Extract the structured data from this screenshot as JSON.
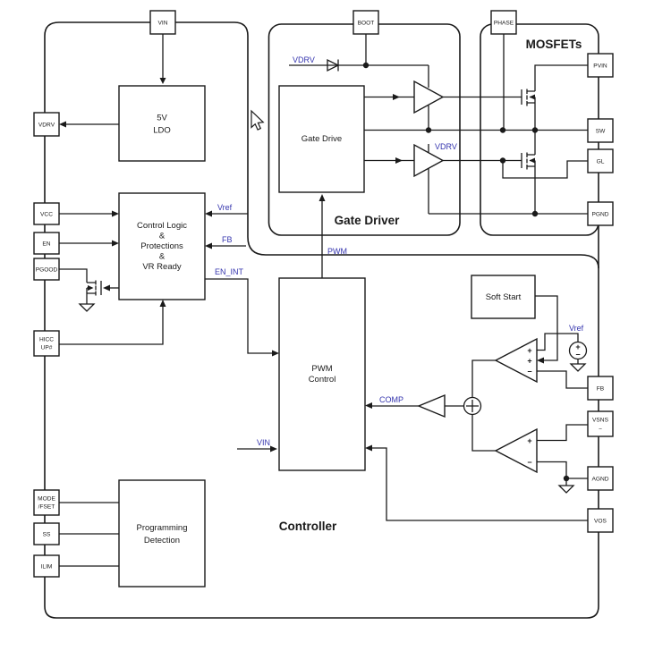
{
  "colors": {
    "line": "#1a1a1a",
    "signal_blue": "#3535ae",
    "background": "#ffffff"
  },
  "sections": {
    "gate_driver": {
      "label": "Gate Driver"
    },
    "mosfets": {
      "label": "MOSFETs"
    },
    "controller": {
      "label": "Controller"
    }
  },
  "pins": {
    "top": [
      {
        "id": "vin",
        "label": "VIN"
      },
      {
        "id": "boot",
        "label": "BOOT"
      },
      {
        "id": "phase",
        "label": "PHASE"
      }
    ],
    "left": [
      {
        "id": "vdrv",
        "label": "VDRV"
      },
      {
        "id": "vcc",
        "label": "VCC"
      },
      {
        "id": "en",
        "label": "EN"
      },
      {
        "id": "pgood",
        "label": "PGOOD"
      },
      {
        "id": "hicc",
        "label": "HICC",
        "label2": "UP#"
      },
      {
        "id": "mode",
        "label": "MODE",
        "label2": "/FSET"
      },
      {
        "id": "ss",
        "label": "SS"
      },
      {
        "id": "ilim",
        "label": "ILIM"
      }
    ],
    "right": [
      {
        "id": "pvin",
        "label": "PVIN"
      },
      {
        "id": "sw",
        "label": "SW"
      },
      {
        "id": "gl",
        "label": "GL"
      },
      {
        "id": "pgnd",
        "label": "PGND"
      },
      {
        "id": "fb",
        "label": "FB"
      },
      {
        "id": "vsns",
        "label": "VSNS",
        "label2": "−"
      },
      {
        "id": "agnd",
        "label": "AGND"
      },
      {
        "id": "vos",
        "label": "VOS"
      }
    ]
  },
  "blocks": {
    "ldo": {
      "lines": [
        "5V",
        "LDO"
      ]
    },
    "control_logic": {
      "lines": [
        "Control Logic",
        "&",
        "Protections",
        "&",
        "VR Ready"
      ]
    },
    "gate_drive": {
      "label": "Gate Drive"
    },
    "pwm_control": {
      "lines": [
        "PWM",
        "Control"
      ]
    },
    "soft_start": {
      "label": "Soft Start"
    },
    "programming": {
      "lines": [
        "Programming",
        "Detection"
      ]
    }
  },
  "signals": {
    "vdrv_boot": "VDRV",
    "vdrv_low": "VDRV",
    "pwm": "PWM",
    "vref_ctl": "Vref",
    "fb_ctl": "FB",
    "en_int": "EN_INT",
    "comp": "COMP",
    "vin_stub": "VIN",
    "vref_src": "Vref"
  },
  "marks": {
    "plus": "+",
    "minus": "−"
  }
}
